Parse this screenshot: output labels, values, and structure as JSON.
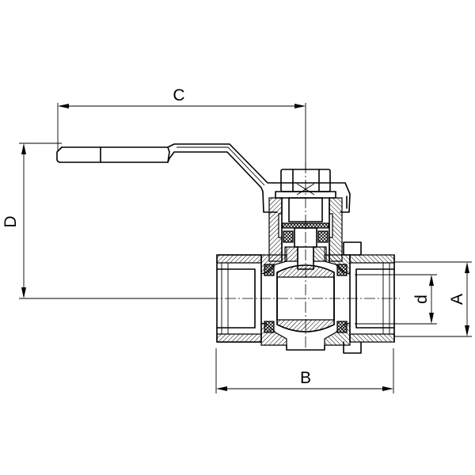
{
  "labels": {
    "C": "C",
    "D": "D",
    "B": "B",
    "A": "A",
    "d": "d"
  },
  "colors": {
    "line": "#000000",
    "background": "#ffffff"
  }
}
